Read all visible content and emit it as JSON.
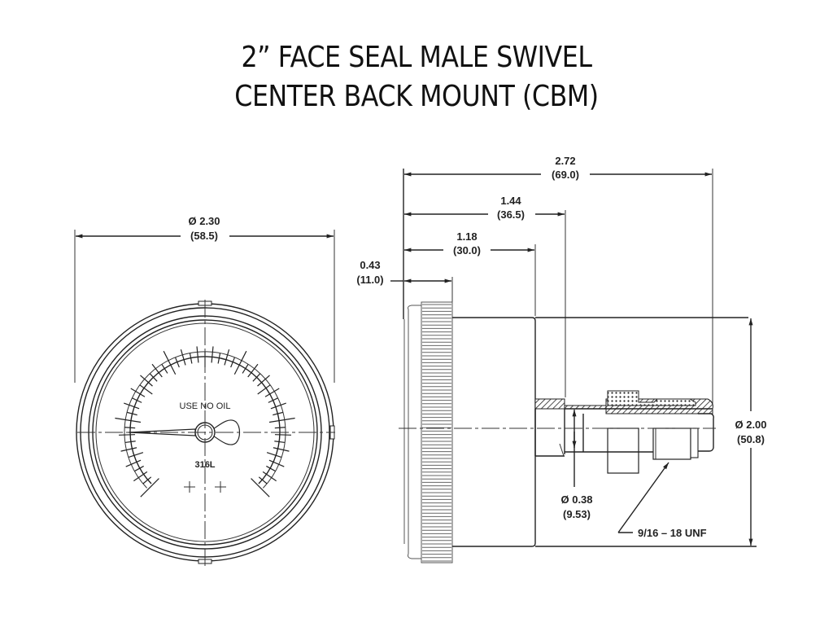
{
  "title": {
    "line1": "2” FACE SEAL MALE SWIVEL",
    "line2": "CENTER BACK MOUNT (CBM)"
  },
  "front_view": {
    "diameter_in": "Ø 2.30",
    "diameter_mm": "(58.5)",
    "dial_text": "USE NO OIL",
    "material_text": "316L"
  },
  "side_view": {
    "overall_length_in": "2.72",
    "overall_length_mm": "(69.0)",
    "length_to_fitting_in": "1.44",
    "length_to_fitting_mm": "(36.5)",
    "case_depth_in": "1.18",
    "case_depth_mm": "(30.0)",
    "bezel_depth_in": "0.43",
    "bezel_depth_mm": "(11.0)",
    "case_diameter_in": "Ø 2.00",
    "case_diameter_mm": "(50.8)",
    "bore_diameter_in": "Ø 0.38",
    "bore_diameter_mm": "(9.53)",
    "thread_spec": "9/16 – 18 UNF"
  },
  "colors": {
    "line": "#222222",
    "background": "#ffffff"
  }
}
